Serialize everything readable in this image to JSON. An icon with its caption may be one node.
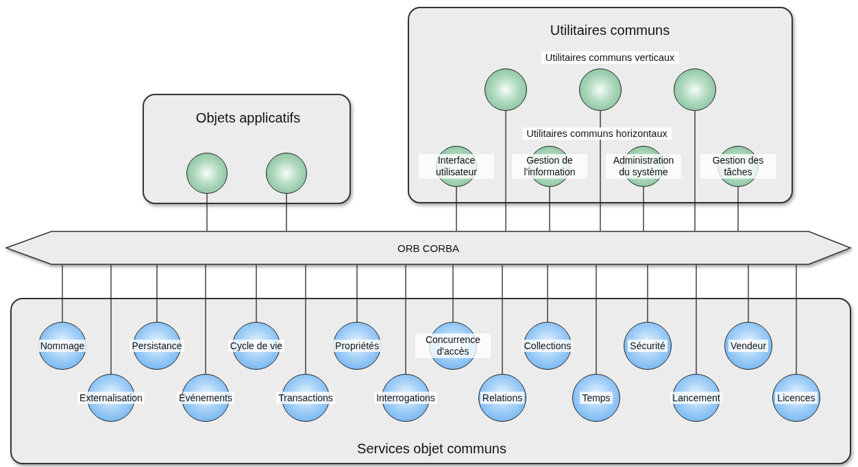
{
  "diagram": {
    "nodes": [
      {
        "text": [
          "ORB CORBA"
        ]
      },
      {
        "text": [
          "Objets applicatifs"
        ]
      },
      {
        "text": [],
        "shape": "circle",
        "in": 1
      },
      {
        "text": [],
        "shape": "circle",
        "in": 1
      },
      {
        "text": [
          "Utilitaires communs",
          "Utilitaires communs verticaux",
          "Utilitaires communs horizontaux"
        ]
      },
      {
        "text": [],
        "shape": "circle",
        "in": 4
      },
      {
        "text": [],
        "shape": "circle",
        "in": 4
      },
      {
        "text": [],
        "shape": "circle",
        "in": 4
      },
      {
        "text": [
          "Interface utilisateur"
        ],
        "in": 4
      },
      {
        "text": [
          "Gestion de l'information"
        ],
        "in": 4
      },
      {
        "text": [
          "Administration du système"
        ],
        "in": 4
      },
      {
        "text": [
          "Gestion des tâches"
        ],
        "in": 4
      },
      {
        "text": [
          "Services objet communs"
        ]
      },
      {
        "text": [
          "Nommage"
        ],
        "in": 12
      },
      {
        "text": [
          "Externalisation"
        ],
        "in": 12
      },
      {
        "text": [
          "Persistance"
        ],
        "in": 12
      },
      {
        "text": [
          "Événements"
        ],
        "in": 12
      },
      {
        "text": [
          "Cycle de vie"
        ],
        "in": 12
      },
      {
        "text": [
          "Transactions"
        ],
        "in": 12
      },
      {
        "text": [
          "Propriétés"
        ],
        "in": 12
      },
      {
        "text": [
          "Interrogations"
        ],
        "in": 12
      },
      {
        "text": [
          "Concurrence d'accès"
        ],
        "in": 12
      },
      {
        "text": [
          "Relations"
        ],
        "in": 12
      },
      {
        "text": [
          "Collections"
        ],
        "in": 12
      },
      {
        "text": [
          "Temps"
        ],
        "in": 12
      },
      {
        "text": [
          "Sécurité"
        ],
        "in": 12
      },
      {
        "text": [
          "Lancement"
        ],
        "in": 12
      },
      {
        "text": [
          "Vendeur"
        ],
        "in": 12
      },
      {
        "text": [
          "Licences"
        ],
        "in": 12
      }
    ],
    "edges": [
      {
        "from": 0,
        "to": 2,
        "arrow": "none"
      },
      {
        "from": 0,
        "to": 3,
        "arrow": "none"
      },
      {
        "from": 0,
        "to": 5,
        "arrow": "none"
      },
      {
        "from": 0,
        "to": 6,
        "arrow": "none"
      },
      {
        "from": 0,
        "to": 7,
        "arrow": "none"
      },
      {
        "from": 0,
        "to": 8,
        "arrow": "none"
      },
      {
        "from": 0,
        "to": 9,
        "arrow": "none"
      },
      {
        "from": 0,
        "to": 10,
        "arrow": "none"
      },
      {
        "from": 0,
        "to": 11,
        "arrow": "none"
      },
      {
        "from": 0,
        "to": 13,
        "arrow": "none"
      },
      {
        "from": 0,
        "to": 14,
        "arrow": "none"
      },
      {
        "from": 0,
        "to": 15,
        "arrow": "none"
      },
      {
        "from": 0,
        "to": 16,
        "arrow": "none"
      },
      {
        "from": 0,
        "to": 17,
        "arrow": "none"
      },
      {
        "from": 0,
        "to": 18,
        "arrow": "none"
      },
      {
        "from": 0,
        "to": 19,
        "arrow": "none"
      },
      {
        "from": 0,
        "to": 20,
        "arrow": "none"
      },
      {
        "from": 0,
        "to": 21,
        "arrow": "none"
      },
      {
        "from": 0,
        "to": 22,
        "arrow": "none"
      },
      {
        "from": 0,
        "to": 23,
        "arrow": "none"
      },
      {
        "from": 0,
        "to": 24,
        "arrow": "none"
      },
      {
        "from": 0,
        "to": 25,
        "arrow": "none"
      },
      {
        "from": 0,
        "to": 26,
        "arrow": "none"
      },
      {
        "from": 0,
        "to": 27,
        "arrow": "none"
      },
      {
        "from": 0,
        "to": 28,
        "arrow": "none"
      }
    ]
  }
}
